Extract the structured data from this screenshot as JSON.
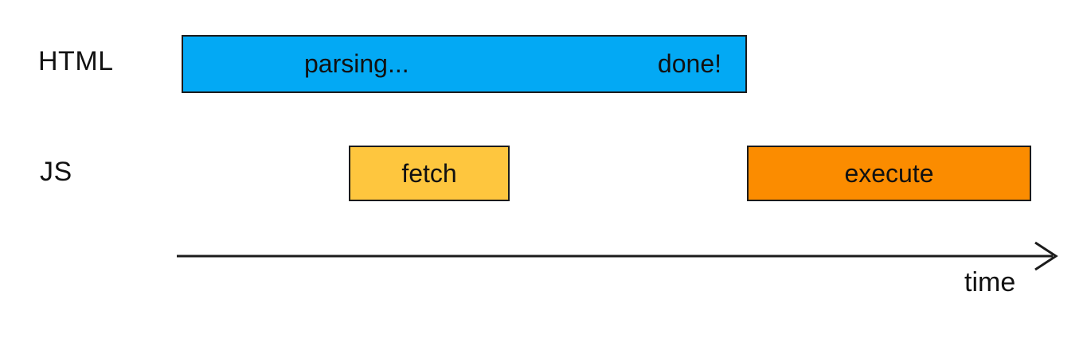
{
  "rows": [
    {
      "label": "HTML",
      "bars": [
        {
          "name": "parsing",
          "labels": {
            "start": "parsing...",
            "end": "done!"
          },
          "color": "#03a9f4"
        }
      ]
    },
    {
      "label": "JS",
      "bars": [
        {
          "name": "fetch",
          "label": "fetch",
          "color": "#fec63e"
        },
        {
          "name": "execute",
          "label": "execute",
          "color": "#fb8c00"
        }
      ]
    }
  ],
  "axis": {
    "label": "time"
  },
  "colors": {
    "background": "#ffffff",
    "text": "#111111",
    "bar_border": "#1b1b1b",
    "arrow": "#1b1b1b"
  }
}
